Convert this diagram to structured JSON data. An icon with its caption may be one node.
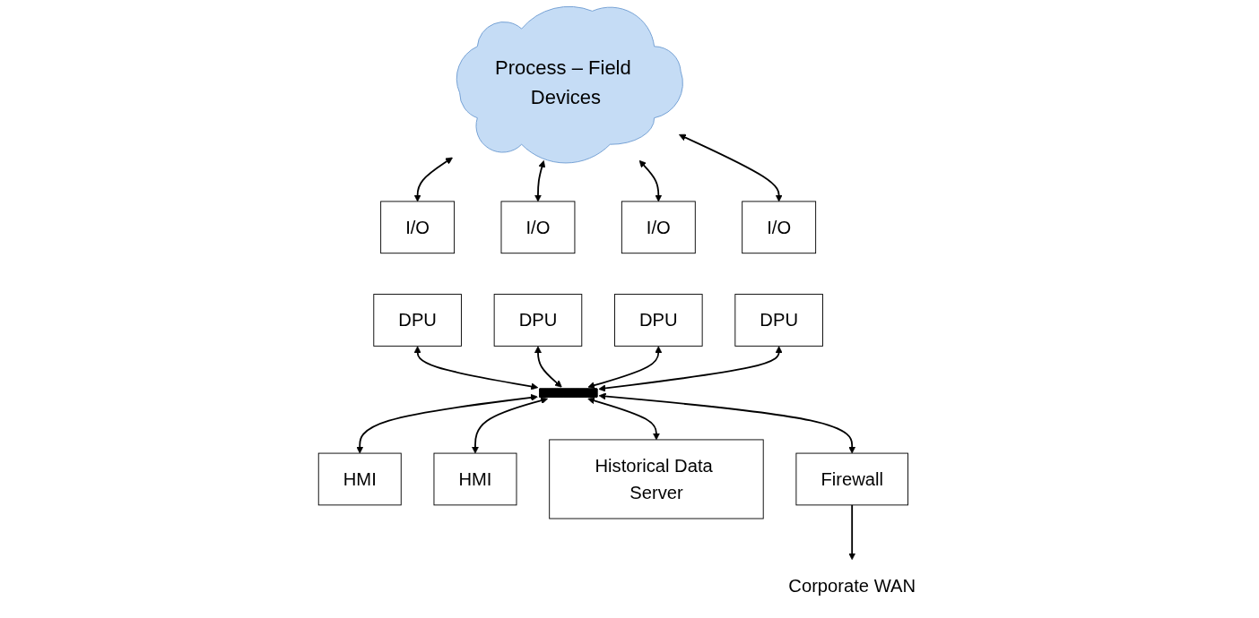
{
  "diagram": {
    "nodes": [
      {
        "text": [
          "Process – Field Devices"
        ]
      },
      {
        "text": [
          "DPU"
        ]
      },
      {
        "text": [
          "I/O"
        ]
      },
      {
        "text": [
          "DPU"
        ]
      },
      {
        "text": [
          "I/O"
        ]
      },
      {
        "text": [
          "DPU"
        ]
      },
      {
        "text": [
          "I/O"
        ]
      },
      {
        "text": [
          "DPU"
        ]
      },
      {
        "text": [
          "I/O"
        ]
      },
      {
        "text": [],
        "shape": "bar"
      },
      {
        "text": [
          "HMI"
        ]
      },
      {
        "text": [
          "HMI"
        ]
      },
      {
        "text": [
          "Historical Data Server"
        ]
      },
      {
        "text": [
          "Firewall"
        ]
      },
      {
        "text": [
          "Corporate WAN"
        ]
      }
    ],
    "edges": [
      {
        "from": 0,
        "to": 2,
        "arrow": "both"
      },
      {
        "from": 0,
        "to": 4,
        "arrow": "both"
      },
      {
        "from": 0,
        "to": 6,
        "arrow": "both"
      },
      {
        "from": 0,
        "to": 8,
        "arrow": "both"
      },
      {
        "from": 1,
        "to": 9,
        "arrow": "both"
      },
      {
        "from": 3,
        "to": 9,
        "arrow": "both"
      },
      {
        "from": 5,
        "to": 9,
        "arrow": "both"
      },
      {
        "from": 7,
        "to": 9,
        "arrow": "both"
      },
      {
        "from": 9,
        "to": 10,
        "arrow": "both"
      },
      {
        "from": 9,
        "to": 11,
        "arrow": "both"
      },
      {
        "from": 9,
        "to": 12,
        "arrow": "both"
      },
      {
        "from": 9,
        "to": 13,
        "arrow": "both"
      },
      {
        "from": 13,
        "to": 14,
        "arrow": "to"
      }
    ]
  }
}
